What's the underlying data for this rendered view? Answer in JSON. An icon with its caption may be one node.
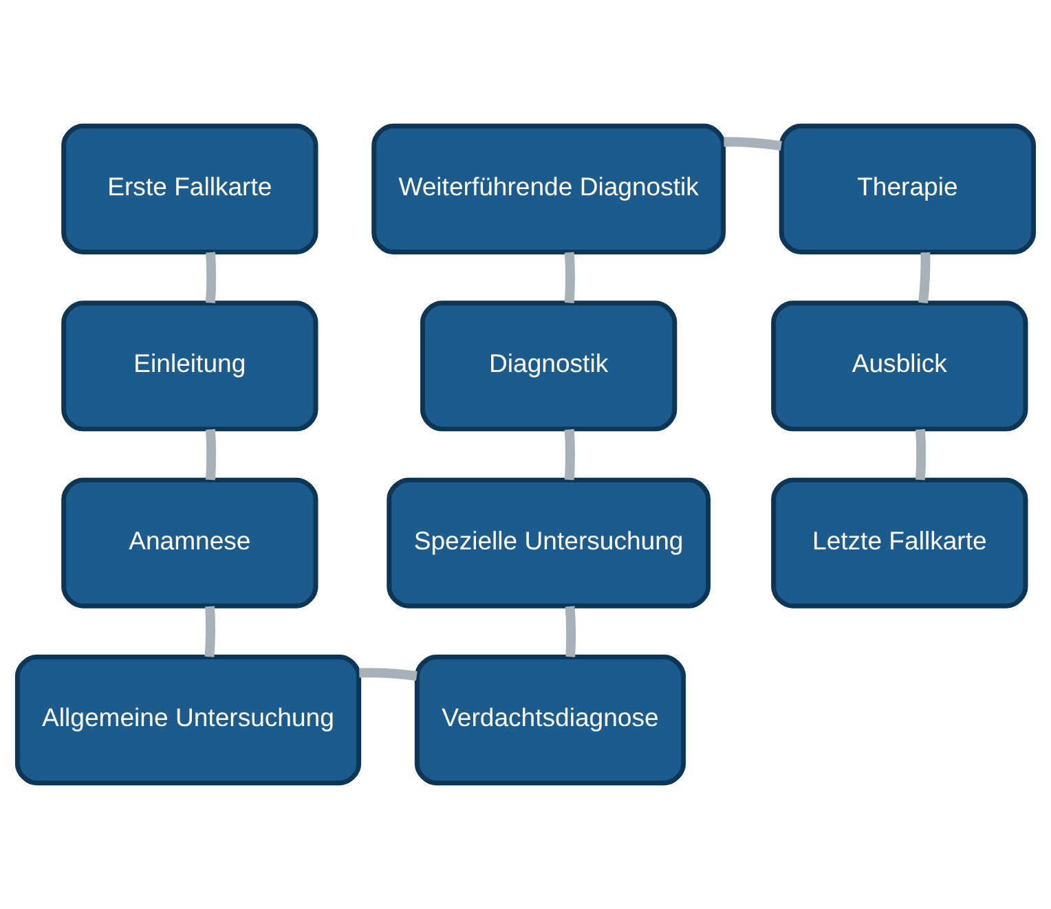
{
  "diagram": {
    "nodes": [
      {
        "text": [
          "Erste Fallkarte"
        ]
      },
      {
        "text": [
          "Einleitung"
        ]
      },
      {
        "text": [
          "Anamnese"
        ]
      },
      {
        "text": [
          "Allgemeine Untersuchung"
        ]
      },
      {
        "text": [
          "Verdachtsdiagnose"
        ]
      },
      {
        "text": [
          "Spezielle Untersuchung"
        ]
      },
      {
        "text": [
          "Diagnostik"
        ]
      },
      {
        "text": [
          "Weiterführende Diagnostik"
        ]
      },
      {
        "text": [
          "Therapie"
        ]
      },
      {
        "text": [
          "Ausblick"
        ]
      },
      {
        "text": [
          "Letzte Fallkarte"
        ]
      }
    ],
    "edges": [
      {
        "from": 0,
        "to": 1,
        "arrow": "none"
      },
      {
        "from": 1,
        "to": 2,
        "arrow": "none"
      },
      {
        "from": 2,
        "to": 3,
        "arrow": "none"
      },
      {
        "from": 3,
        "to": 4,
        "arrow": "none"
      },
      {
        "from": 4,
        "to": 5,
        "arrow": "none"
      },
      {
        "from": 5,
        "to": 6,
        "arrow": "none"
      },
      {
        "from": 6,
        "to": 7,
        "arrow": "none"
      },
      {
        "from": 7,
        "to": 8,
        "arrow": "none"
      },
      {
        "from": 8,
        "to": 9,
        "arrow": "none"
      },
      {
        "from": 9,
        "to": 10,
        "arrow": "none"
      }
    ]
  }
}
